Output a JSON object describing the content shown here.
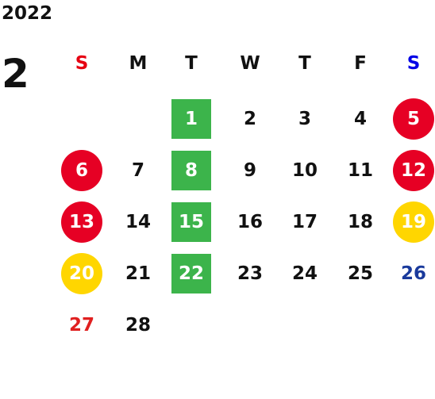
{
  "year": "2022",
  "month": "2",
  "colors": {
    "sunday_header": "#e60012",
    "saturday_header": "#0000e6",
    "holiday_red": "#e60024",
    "holiday_yellow": "#ffd600",
    "event_green": "#3cb44b",
    "plain_text": "#111111",
    "saturday_text": "#1a3a9c",
    "sunday_text": "#e02020"
  },
  "weekdays": [
    "S",
    "M",
    "T",
    "W",
    "T",
    "F",
    "S"
  ],
  "days": [
    {
      "day": "1",
      "col": 2,
      "row": 0,
      "style": "green"
    },
    {
      "day": "2",
      "col": 3,
      "row": 0,
      "style": "plain"
    },
    {
      "day": "3",
      "col": 4,
      "row": 0,
      "style": "plain"
    },
    {
      "day": "4",
      "col": 5,
      "row": 0,
      "style": "plain"
    },
    {
      "day": "5",
      "col": 6,
      "row": 0,
      "style": "red"
    },
    {
      "day": "6",
      "col": 0,
      "row": 1,
      "style": "red"
    },
    {
      "day": "7",
      "col": 1,
      "row": 1,
      "style": "plain"
    },
    {
      "day": "8",
      "col": 2,
      "row": 1,
      "style": "green"
    },
    {
      "day": "9",
      "col": 3,
      "row": 1,
      "style": "plain"
    },
    {
      "day": "10",
      "col": 4,
      "row": 1,
      "style": "plain"
    },
    {
      "day": "11",
      "col": 5,
      "row": 1,
      "style": "plain"
    },
    {
      "day": "12",
      "col": 6,
      "row": 1,
      "style": "red"
    },
    {
      "day": "13",
      "col": 0,
      "row": 2,
      "style": "red"
    },
    {
      "day": "14",
      "col": 1,
      "row": 2,
      "style": "plain"
    },
    {
      "day": "15",
      "col": 2,
      "row": 2,
      "style": "green"
    },
    {
      "day": "16",
      "col": 3,
      "row": 2,
      "style": "plain"
    },
    {
      "day": "17",
      "col": 4,
      "row": 2,
      "style": "plain"
    },
    {
      "day": "18",
      "col": 5,
      "row": 2,
      "style": "plain"
    },
    {
      "day": "19",
      "col": 6,
      "row": 2,
      "style": "yellow"
    },
    {
      "day": "20",
      "col": 0,
      "row": 3,
      "style": "yellow"
    },
    {
      "day": "21",
      "col": 1,
      "row": 3,
      "style": "plain"
    },
    {
      "day": "22",
      "col": 2,
      "row": 3,
      "style": "green"
    },
    {
      "day": "23",
      "col": 3,
      "row": 3,
      "style": "plain"
    },
    {
      "day": "24",
      "col": 4,
      "row": 3,
      "style": "plain"
    },
    {
      "day": "25",
      "col": 5,
      "row": 3,
      "style": "plain"
    },
    {
      "day": "26",
      "col": 6,
      "row": 3,
      "style": "saturday"
    },
    {
      "day": "27",
      "col": 0,
      "row": 4,
      "style": "sunday"
    },
    {
      "day": "28",
      "col": 1,
      "row": 4,
      "style": "plain"
    }
  ]
}
